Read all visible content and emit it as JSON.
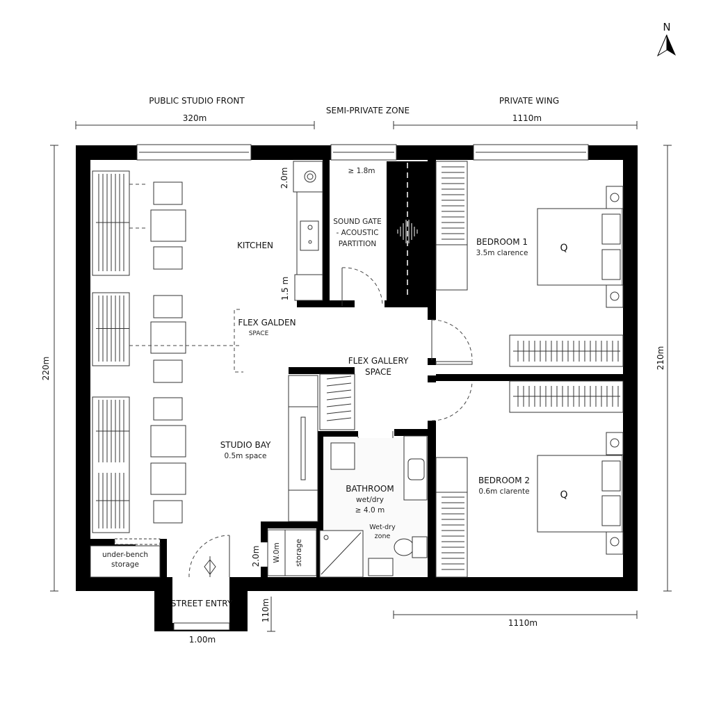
{
  "north_label": "N",
  "zones": {
    "public": "PUBLIC STUDIO FRONT",
    "semi_private": "SEMI-PRIVATE ZONE",
    "private": "PRIVATE WING"
  },
  "dimensions": {
    "top_left": "320m",
    "top_right": "1110m",
    "left": "220m",
    "right": "210m",
    "bottom_right": "1110m",
    "entry_width": "1.00m",
    "entry_depth": "110m",
    "kitchen_top": "2.0m",
    "kitchen_bottom": "1.5 m",
    "sound_gate_clearance": "≥ 1.8m",
    "closet_height": "2.0m",
    "closet_label": "W.0m"
  },
  "rooms": {
    "kitchen": {
      "name": "KITCHEN"
    },
    "sound_gate": {
      "line1": "SOUND GATE",
      "line2": "- ACOUSTIC",
      "line3": "PARTITION"
    },
    "flex_garden": {
      "name": "FLEX GALDEN",
      "sub": "SPACE"
    },
    "flex_gallery": {
      "name": "FLEX GALLERY",
      "sub": "SPACE"
    },
    "studio_bay": {
      "name": "STUDIO BAY",
      "sub": "0.5m space"
    },
    "bathroom": {
      "name": "BATHROOM",
      "sub1": "wet/dry",
      "sub2": "≥ 4.0 m",
      "sub3": "Wet-dry",
      "sub4": "zone"
    },
    "bedroom1": {
      "name": "BEDROOM 1",
      "sub": "3.5m clarence",
      "bed": "Q"
    },
    "bedroom2": {
      "name": "BEDROOM 2",
      "sub": "0.6m clarente",
      "bed": "Q"
    },
    "storage": {
      "line1": "under-bench",
      "line2": "storage"
    },
    "street_entry": {
      "name": "STREET ENTRY"
    },
    "closet": {
      "name": "storage"
    }
  }
}
